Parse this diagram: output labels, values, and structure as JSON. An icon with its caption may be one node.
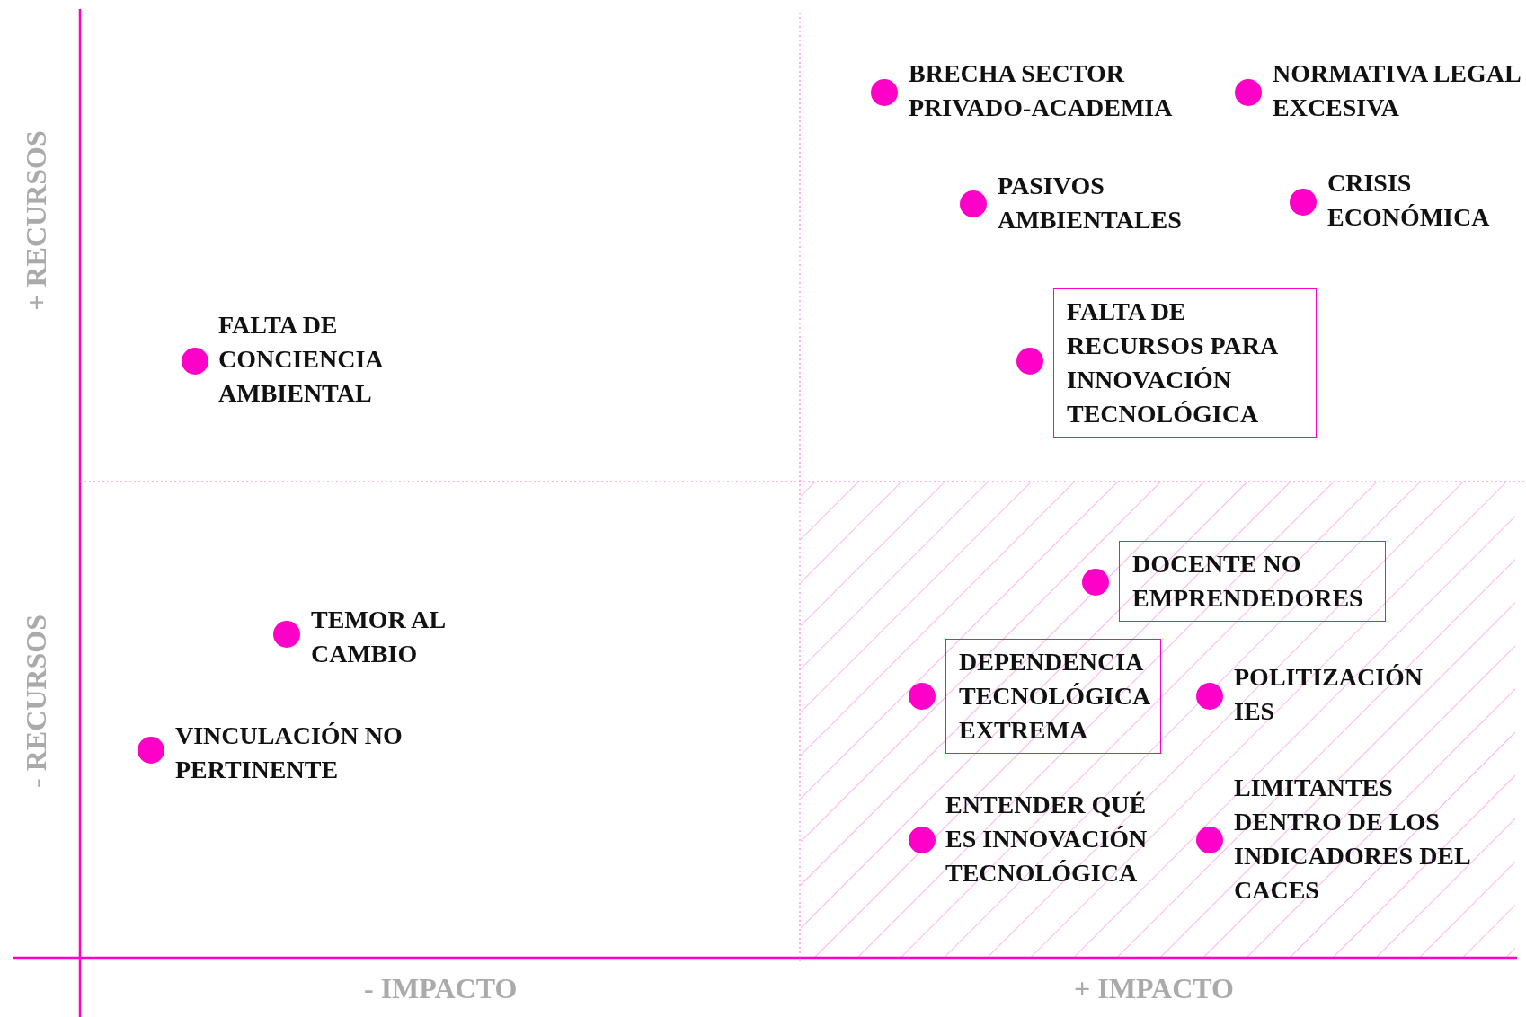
{
  "diagram": {
    "nodes": [
      {
        "text": [
          "BRECHA SECTOR PRIVADO-ACADEMIA"
        ]
      },
      {
        "text": [
          "NORMATIVA LEGAL EXCESIVA"
        ]
      },
      {
        "text": [
          "PASIVOS AMBIENTALES"
        ]
      },
      {
        "text": [
          "CRISIS ECONÓMICA"
        ]
      },
      {
        "text": [
          "FALTA DE CONCIENCIA AMBIENTAL"
        ]
      },
      {
        "text": [
          "FALTA DE RECURSOS PARA INNOVACIÓN TECNOLÓGICA"
        ]
      },
      {
        "text": [
          "DOCENTE NO EMPRENDEDORES"
        ]
      },
      {
        "text": [
          "TEMOR AL CAMBIO"
        ]
      },
      {
        "text": [
          "DEPENDENCIA TECNOLÓGICA EXTREMA"
        ]
      },
      {
        "text": [
          "POLITIZACIÓN IES"
        ]
      },
      {
        "text": [
          "VINCULACIÓN NO PERTINENTE"
        ]
      },
      {
        "text": [
          "ENTENDER QUÉ ES INNOVACIÓN TECNOLÓGICA"
        ]
      },
      {
        "text": [
          "LIMITANTES DENTRO DE LOS INDICADORES DEL CACES"
        ]
      }
    ],
    "labels": [
      "+ RECURSOS",
      "- RECURSOS",
      "- IMPACTO",
      "+ IMPACTO"
    ]
  }
}
